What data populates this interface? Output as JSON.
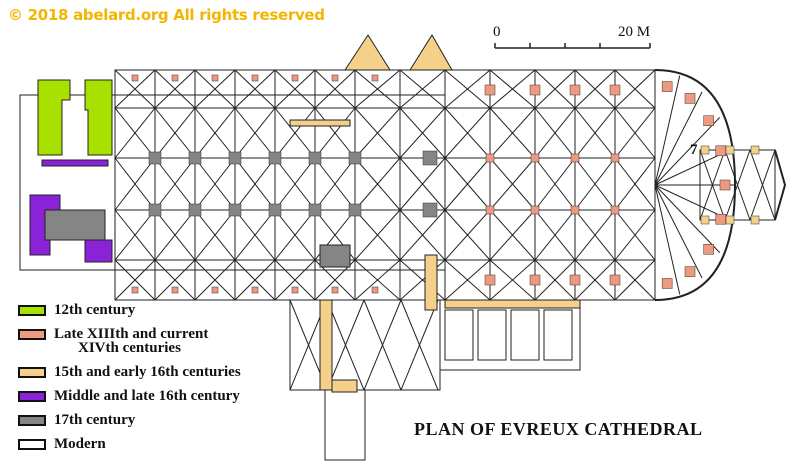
{
  "copyright": "© 2018 abelard.org All rights reserved",
  "title": "PLAN OF EVREUX CATHEDRAL",
  "scale": {
    "start": "0",
    "end": "20 M"
  },
  "bay_label": "7",
  "legend": [
    {
      "label": "12th century",
      "color": "#a8e000"
    },
    {
      "label": "Late XIIIth and current",
      "sub": "XIVth centuries",
      "color": "#ee9a80"
    },
    {
      "label": "15th and early 16th centuries",
      "color": "#f4d08a"
    },
    {
      "label": "Middle and late 16th century",
      "color": "#8a22d8"
    },
    {
      "label": "17th century",
      "color": "#858585"
    },
    {
      "label": "Modern",
      "color": "#ffffff"
    }
  ]
}
